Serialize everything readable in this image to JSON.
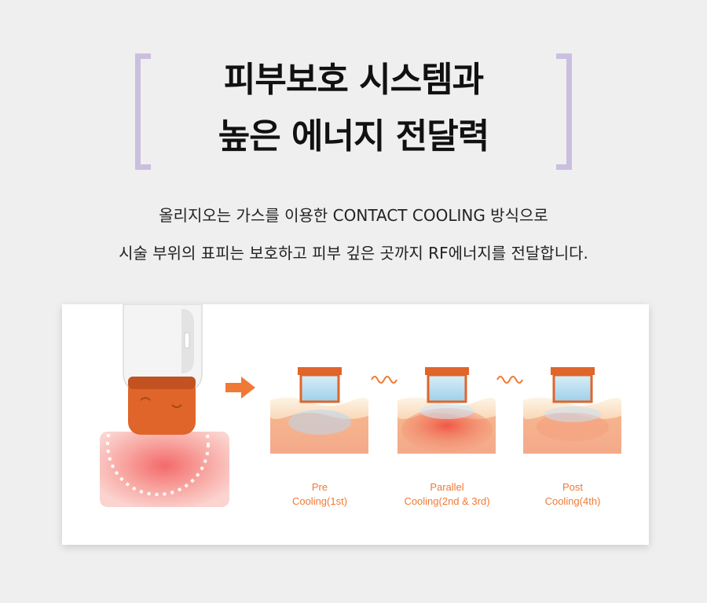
{
  "heading": {
    "line1": "피부보호 시스템과",
    "line2": "높은 에너지 전달력"
  },
  "description": {
    "line1": "올리지오는 가스를 이용한 CONTACT COOLING 방식으로",
    "line2": "시술 부위의 표피는 보호하고 피부 깊은 곳까지 RF에너지를 전달합니다."
  },
  "stages": [
    {
      "line1": "Pre",
      "line2": "Cooling(1st)"
    },
    {
      "line1": "Parallel",
      "line2": "Cooling(2nd & 3rd)"
    },
    {
      "line1": "Post",
      "line2": "Cooling(4th)"
    }
  ],
  "colors": {
    "bracket": "#cbbfe0",
    "accent": "#f07a35",
    "probe_orange": "#e0652a",
    "skin": "#f7c6a0"
  },
  "icons": [
    "rf-probe-icon",
    "arrow-right-icon",
    "wave-icon"
  ]
}
